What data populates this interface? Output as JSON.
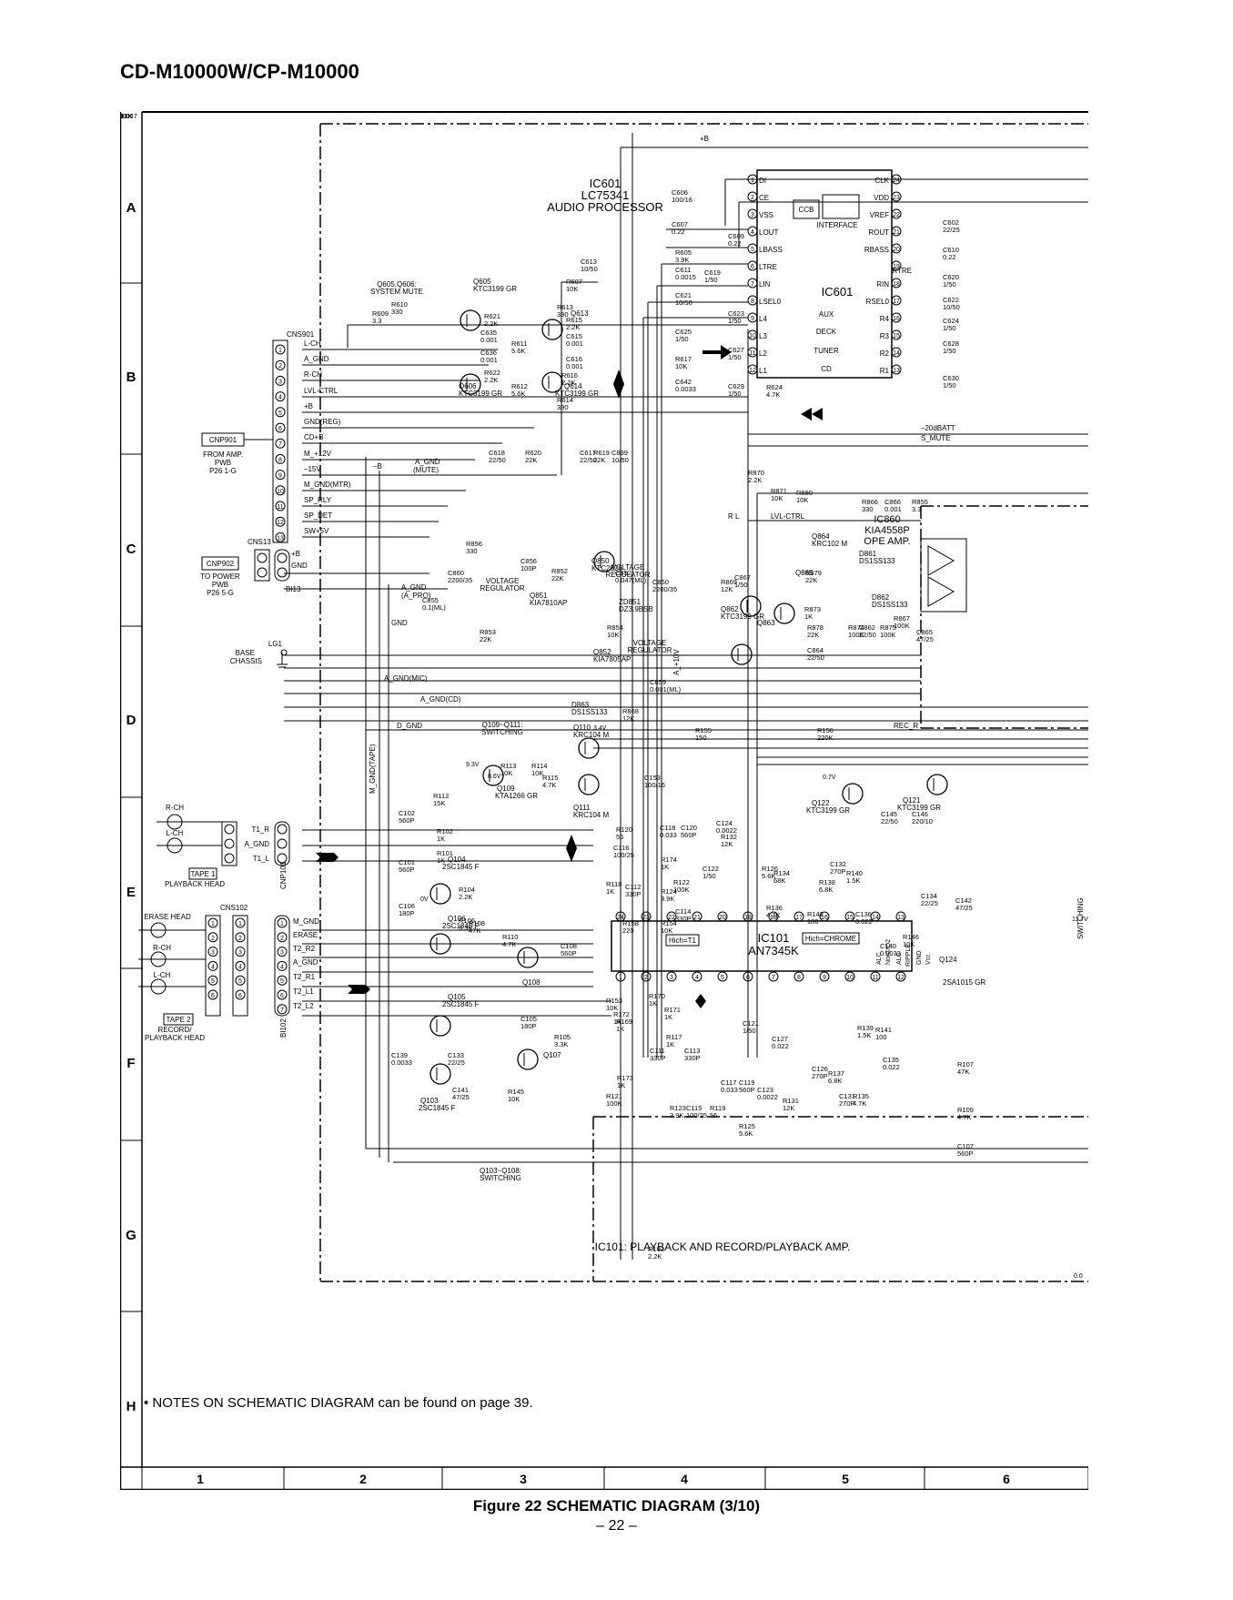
{
  "header": {
    "model": "CD-M10000W/CP-M10000"
  },
  "grid": {
    "rows": [
      "A",
      "B",
      "C",
      "D",
      "E",
      "F",
      "G",
      "H"
    ],
    "cols": [
      "1",
      "2",
      "3",
      "4",
      "5",
      "6"
    ]
  },
  "ic601": {
    "ref": "IC601",
    "part": "LC75341",
    "function": "AUDIO PROCESSOR",
    "inner_label": "IC601",
    "blocks": [
      "CCB",
      "INTERFACE",
      "AUX",
      "DECK",
      "TUNER",
      "CD"
    ],
    "left_pins": [
      "DI",
      "CE",
      "VSS",
      "LOUT",
      "LBASS",
      "LTRE",
      "LIN",
      "LSEL0",
      "L4",
      "L3",
      "L2",
      "L1"
    ],
    "right_pins": [
      "CLK",
      "VDD",
      "VREF",
      "ROUT",
      "RBASS",
      "RTRE",
      "RIN",
      "RSEL0",
      "R4",
      "R3",
      "R2",
      "R1"
    ]
  },
  "ic101": {
    "ref": "IC101",
    "part": "AN7345K",
    "mode_left": "Hich=T1",
    "mode_right": "Hich=CHROME",
    "pin_labels": [
      "ALC",
      "NorCrO2",
      "ALC",
      "RIPPLE",
      "GND",
      "Vcc"
    ],
    "caption": "IC101: PLAYBACK AND RECORD/PLAYBACK AMP."
  },
  "ic860": {
    "ref": "IC860",
    "part": "KIA4558P",
    "function": "OPE AMP."
  },
  "connectors": {
    "cns901": {
      "label": "CNS901",
      "pins": [
        "L-CH",
        "A_GND",
        "R-CH",
        "LVL-CTRL",
        "+B",
        "GND(REG)",
        "CD+B",
        "M_+12V",
        "–15V",
        "M_GND(MTR)",
        "SP_RLY",
        "SP_DET",
        "SW+5V"
      ]
    },
    "cnp901": {
      "label": "CNP901",
      "note": [
        "FROM  AMP.",
        "PWB",
        "P26 1-G"
      ]
    },
    "cns13": {
      "label": "CNS13",
      "pins": [
        "+B",
        "GND"
      ],
      "ref": "BI13"
    },
    "cnp902": {
      "label": "CNP902",
      "note": [
        "TO  POWER",
        "PWB",
        "P26 5-G"
      ]
    },
    "lg1": {
      "label": "LG1",
      "note": [
        "BASE",
        "CHASSIS"
      ]
    },
    "cnp101": {
      "label": "CNP101",
      "pins": [
        "T1_R",
        "A_GND",
        "T1_L"
      ]
    },
    "cns102": {
      "label": "CNS102",
      "ref": "BI102",
      "pins": [
        "M_GND",
        "ERASE",
        "T2_R2",
        "A_GND",
        "T2_R1",
        "T2_L1",
        "T2_L2"
      ]
    }
  },
  "heads": {
    "tape1": {
      "title": "TAPE 1",
      "sub": "PLAYBACK HEAD",
      "ch": [
        "R-CH",
        "L-CH"
      ]
    },
    "tape2": {
      "title": "TAPE 2",
      "sub": [
        "RECORD/",
        "PLAYBACK HEAD"
      ],
      "ch": [
        "ERASE HEAD",
        "R-CH",
        "L-CH"
      ]
    }
  },
  "nets": [
    "A_GND",
    "(MUTE)",
    "A_GND",
    "(A_PRO)",
    "GND",
    "A_GND(MIC)",
    "A_GND(CD)",
    "D_GND",
    "M_GND(TAPE)",
    "–20dBATT",
    "S_MUTE",
    "LVL-CTRL",
    "REC_R",
    "+B",
    "A_+10V",
    "–B",
    "R L",
    "SWITCHING"
  ],
  "sections": {
    "system_mute": [
      "Q605,Q606:",
      "SYSTEM MUTE"
    ],
    "vreg_q850": [
      "VOLTAGE",
      "REGULATOR"
    ],
    "vreg_q851": [
      "VOLTAGE",
      "REGULATOR"
    ],
    "vreg_q852": [
      "VOLTAGE",
      "REGULATOR"
    ],
    "switching_q109": [
      "Q109~Q111:",
      "SWITCHING"
    ],
    "switching_q103": [
      "Q103~Q108:",
      "SWITCHING"
    ]
  },
  "transistors": [
    "Q605",
    "KTC3199 GR",
    "Q606",
    "KTC3199 GR",
    "Q613",
    "Q614",
    "KTC3199 GR",
    "Q850",
    "KTC2026",
    "Q851",
    "KIA7810AP",
    "Q852",
    "KIA7805AP",
    "Q862",
    "KTC3199 GR",
    "Q863",
    "Q864",
    "KRC102 M",
    "Q865",
    "Q109",
    "KTA1266 GR",
    "Q110",
    "KRC104 M",
    "Q111",
    "KRC104 M",
    "Q104",
    "2SC1845 F",
    "Q106",
    "2SC1845 F",
    "Q105",
    "2SC1845 F",
    "Q103",
    "2SC1845 F",
    "Q107",
    "Q108",
    "Q121",
    "KTC3199 GR",
    "Q122",
    "KTC3199 GR",
    "Q124",
    "2SA1015 GR"
  ],
  "diodes": [
    "ZD851",
    "DZ3.9BSB",
    "D863",
    "DS1SS133",
    "D861",
    "DS1SS133",
    "D862",
    "DS1SS133"
  ],
  "components": [
    [
      "C606",
      "100/16"
    ],
    [
      "C607",
      "0.22"
    ],
    [
      "C609",
      "0.22"
    ],
    [
      "R605",
      "3.9K"
    ],
    [
      "C611",
      "0.0015"
    ],
    [
      "C619",
      "1/50"
    ],
    [
      "C613",
      "10/50"
    ],
    [
      "R607",
      "10K"
    ],
    [
      "C621",
      "10/50"
    ],
    [
      "C623",
      "1/50"
    ],
    [
      "C625",
      "1/50"
    ],
    [
      "R617",
      "10K"
    ],
    [
      "C627",
      "1/50"
    ],
    [
      "C642",
      "0.0033"
    ],
    [
      "C629",
      "1/50"
    ],
    [
      "R624",
      "4.7K"
    ],
    [
      "C602",
      "22/25"
    ],
    [
      "C610",
      "0.22"
    ],
    [
      "C620",
      "1/50"
    ],
    [
      "C622",
      "10/50"
    ],
    [
      "C624",
      "1/50"
    ],
    [
      "C628",
      "1/50"
    ],
    [
      "C630",
      "1/50"
    ],
    [
      "R609",
      "3.3"
    ],
    [
      "R610",
      "330"
    ],
    [
      "R621",
      "2.2K"
    ],
    [
      "C635",
      "0.001"
    ],
    [
      "C636",
      "0.001"
    ],
    [
      "R622",
      "2.2K"
    ],
    [
      "R611",
      "5.6K"
    ],
    [
      "R612",
      "5.6K"
    ],
    [
      "R613",
      "390"
    ],
    [
      "R614",
      "390"
    ],
    [
      "R615",
      "2.2K"
    ],
    [
      "C615",
      "0.001"
    ],
    [
      "C616",
      "0.001"
    ],
    [
      "R616",
      "2.2K"
    ],
    [
      "C618",
      "22/50"
    ],
    [
      "R620",
      "22K"
    ],
    [
      "C617",
      "22/50"
    ],
    [
      "R619",
      "22K"
    ],
    [
      "C899",
      "10/50"
    ],
    [
      "R870",
      "2.2K"
    ],
    [
      "R871",
      "10K"
    ],
    [
      "R880",
      "10K"
    ],
    [
      "R866",
      "330"
    ],
    [
      "C866",
      "0.001"
    ],
    [
      "R855",
      "3.3"
    ],
    [
      "R856",
      "330"
    ],
    [
      "C856",
      "100P"
    ],
    [
      "R852",
      "22K"
    ],
    [
      "C852",
      "0.047(ML)"
    ],
    [
      "C850",
      "2200/35"
    ],
    [
      "C860",
      "2200/35"
    ],
    [
      "C855",
      "0.1(ML)"
    ],
    [
      "R853",
      "22K"
    ],
    [
      "R854",
      "10K"
    ],
    [
      "C859",
      "0.001(ML)"
    ],
    [
      "R868",
      "12K"
    ],
    [
      "R869",
      "12K"
    ],
    [
      "C867",
      "1/50"
    ],
    [
      "R873",
      "1K"
    ],
    [
      "R879",
      "22K"
    ],
    [
      "R878",
      "22K"
    ],
    [
      "C864",
      "22/50"
    ],
    [
      "R874",
      "100K"
    ],
    [
      "C862",
      "22/50"
    ],
    [
      "R875",
      "100K"
    ],
    [
      "R867",
      "100K"
    ],
    [
      "C865",
      "47/25"
    ],
    [
      "R155",
      "150"
    ],
    [
      "R156",
      "220K"
    ],
    [
      "R113",
      "10K"
    ],
    [
      "R114",
      "10K"
    ],
    [
      "R115",
      "4.7K"
    ],
    [
      "C153",
      "100/16"
    ],
    [
      "R112",
      "15K"
    ],
    [
      "C102",
      "560P"
    ],
    [
      "R102",
      "1K"
    ],
    [
      "R101",
      "1K"
    ],
    [
      "C101",
      "560P"
    ],
    [
      "C106",
      "180P"
    ],
    [
      "R104",
      "2.2K"
    ],
    [
      "R106",
      "3.3K"
    ],
    [
      "R108",
      "47K"
    ],
    [
      "R110",
      "4.7K"
    ],
    [
      "C108",
      "560P"
    ],
    [
      "C124",
      "0.0022"
    ],
    [
      "R132",
      "12K"
    ],
    [
      "R120",
      "56"
    ],
    [
      "C116",
      "100/25"
    ],
    [
      "C118",
      "0.033"
    ],
    [
      "C120",
      "560P"
    ],
    [
      "R118",
      "1K"
    ],
    [
      "C112",
      "330P"
    ],
    [
      "R174",
      "1K"
    ],
    [
      "R122",
      "100K"
    ],
    [
      "R124",
      "3.9K"
    ],
    [
      "C114",
      "330P"
    ],
    [
      "C122",
      "1/50"
    ],
    [
      "R126",
      "5.6K"
    ],
    [
      "R134",
      "68K"
    ],
    [
      "R136",
      "4.7K"
    ],
    [
      "R138",
      "6.8K"
    ],
    [
      "C132",
      "270P"
    ],
    [
      "R140",
      "1.5K"
    ],
    [
      "R142",
      "100"
    ],
    [
      "C136",
      "0.022"
    ],
    [
      "C140",
      "0.0033"
    ],
    [
      "R146",
      "10K"
    ],
    [
      "C134",
      "22/25"
    ],
    [
      "C142",
      "47/25"
    ],
    [
      "C145",
      "22/50"
    ],
    [
      "C146",
      "220/10"
    ],
    [
      "R158",
      "220"
    ],
    [
      "R154",
      "10K"
    ],
    [
      "R153",
      "10K"
    ],
    [
      "R170",
      "1K"
    ],
    [
      "R172",
      "1K"
    ],
    [
      "R169",
      "1K"
    ],
    [
      "R171",
      "1K"
    ],
    [
      "C111",
      "330P"
    ],
    [
      "R117",
      "1K"
    ],
    [
      "C113",
      "330P"
    ],
    [
      "R173",
      "1K"
    ],
    [
      "R121",
      "100K"
    ],
    [
      "R123",
      "3.9K"
    ],
    [
      "C115",
      "100/25"
    ],
    [
      "R119",
      "56"
    ],
    [
      "C117",
      "0.033"
    ],
    [
      "C119",
      "560P"
    ],
    [
      "C121",
      "1/50"
    ],
    [
      "R125",
      "5.6K"
    ],
    [
      "C123",
      "0.0022"
    ],
    [
      "C127",
      "0.022"
    ],
    [
      "R131",
      "12K"
    ],
    [
      "C126",
      "270P"
    ],
    [
      "R137",
      "6.8K"
    ],
    [
      "C131",
      "270P"
    ],
    [
      "R135",
      "4.7K"
    ],
    [
      "R139",
      "1.5K"
    ],
    [
      "R141",
      "100"
    ],
    [
      "C135",
      "0.022"
    ],
    [
      "C139",
      "0.0033"
    ],
    [
      "C133",
      "22/25"
    ],
    [
      "C141",
      "47/25"
    ],
    [
      "R145",
      "10K"
    ],
    [
      "C105",
      "180P"
    ],
    [
      "R105",
      "3.3K"
    ],
    [
      "R103",
      "2.2K"
    ],
    [
      "R107",
      "47K"
    ],
    [
      "R109",
      "4.7K"
    ],
    [
      "C107",
      "560P"
    ],
    [
      "R111",
      "15K"
    ],
    [
      "R167",
      "47K"
    ],
    [
      "R166",
      "22K"
    ],
    [
      "C154",
      "0.047"
    ]
  ],
  "voltages": [
    "0V",
    "3.4V",
    "9.3V",
    "8.6V",
    "0.7V",
    "11.7V",
    "0.0"
  ],
  "notes": "• NOTES ON SCHEMATIC DIAGRAM can be found on page 39.",
  "footer": {
    "caption": "Figure 22 SCHEMATIC DIAGRAM (3/10)",
    "page": "– 22 –"
  }
}
